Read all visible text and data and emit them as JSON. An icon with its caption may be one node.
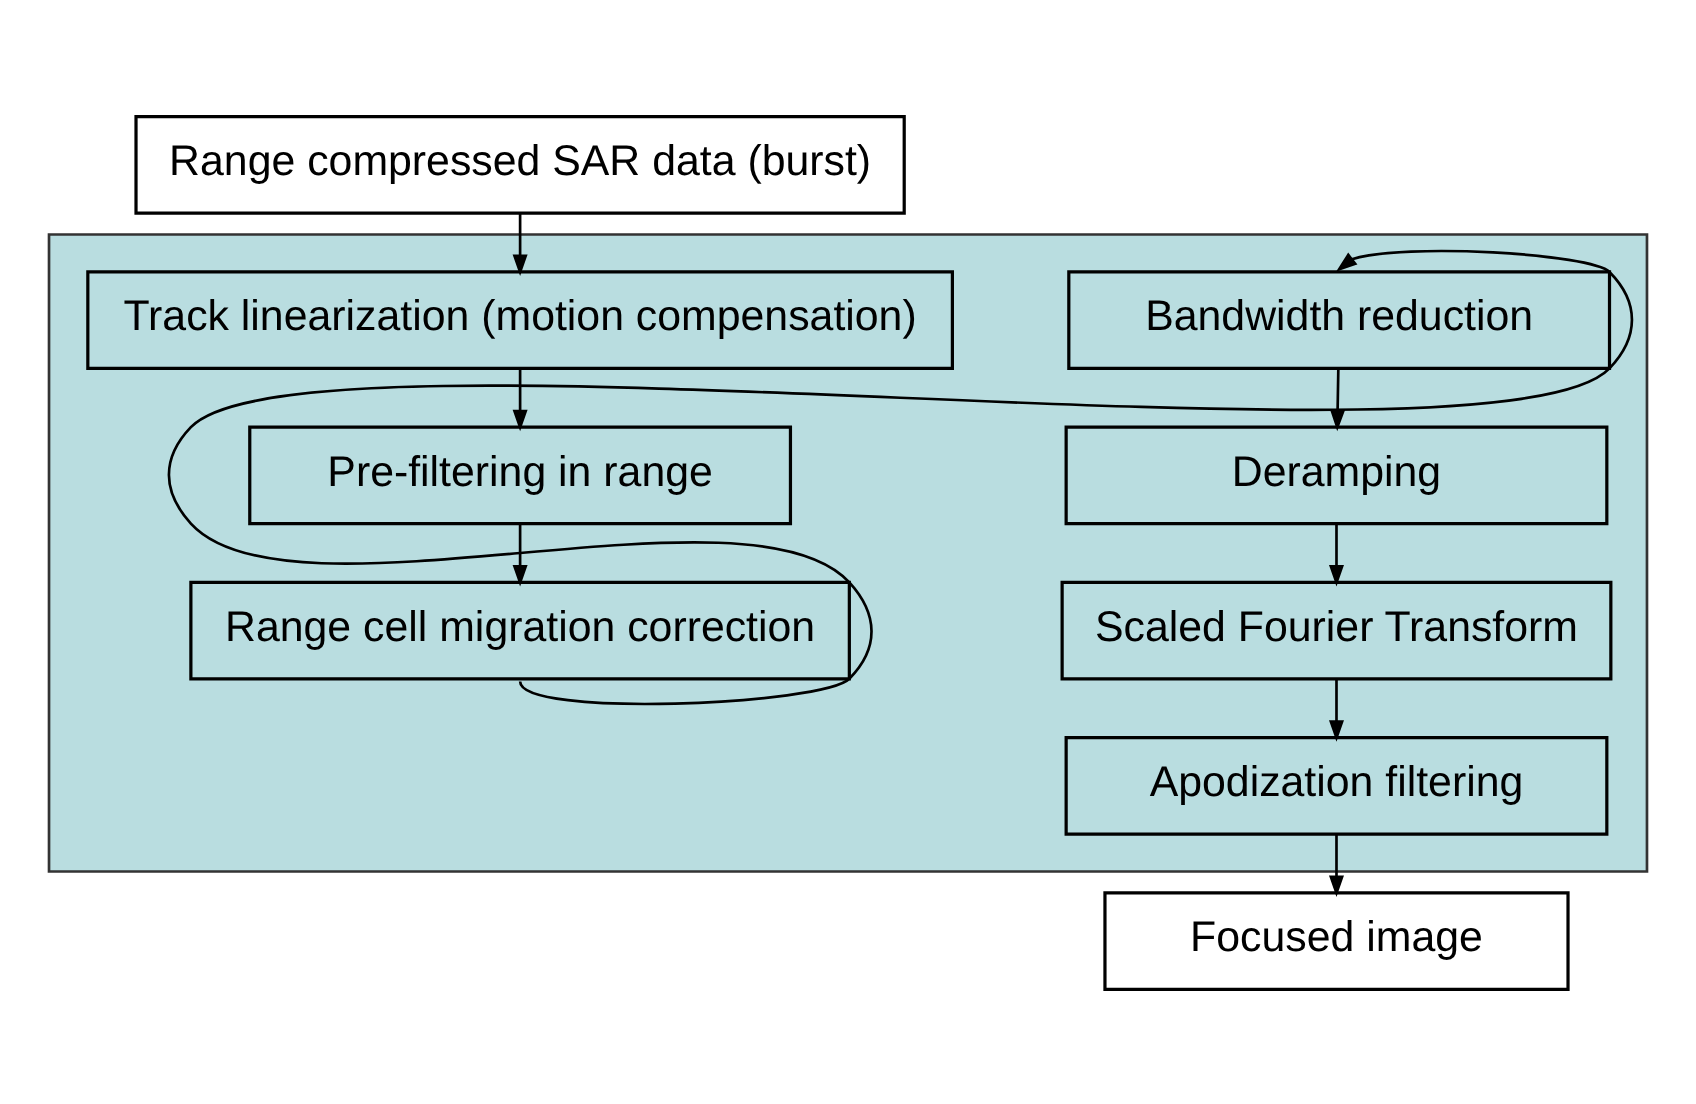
{
  "diagram": {
    "nodes": [
      {
        "text": [
          "Range compressed SAR data (burst)"
        ]
      },
      {
        "text": [],
        "shape": "box"
      },
      {
        "text": [
          "Track linearization (motion compensation)"
        ],
        "in": 1
      },
      {
        "text": [
          "Pre-filtering in range"
        ],
        "in": 1
      },
      {
        "text": [
          "Range cell migration correction"
        ],
        "in": 1
      },
      {
        "text": [
          "Bandwidth reduction"
        ],
        "in": 1
      },
      {
        "text": [
          "Deramping"
        ],
        "in": 1
      },
      {
        "text": [
          "Scaled Fourier Transform"
        ],
        "in": 1
      },
      {
        "text": [
          "Apodization filtering"
        ],
        "in": 1
      },
      {
        "text": [
          "Focused image"
        ]
      }
    ],
    "edges": [
      {
        "from": 0,
        "to": 2,
        "arrow": "to"
      },
      {
        "from": 2,
        "to": 3,
        "arrow": "to"
      },
      {
        "from": 3,
        "to": 4,
        "arrow": "to"
      },
      {
        "from": 4,
        "to": 5,
        "arrow": "to"
      },
      {
        "from": 5,
        "to": 6,
        "arrow": "to"
      },
      {
        "from": 6,
        "to": 7,
        "arrow": "to"
      },
      {
        "from": 7,
        "to": 8,
        "arrow": "to"
      },
      {
        "from": 8,
        "to": 9,
        "arrow": "to"
      }
    ]
  }
}
